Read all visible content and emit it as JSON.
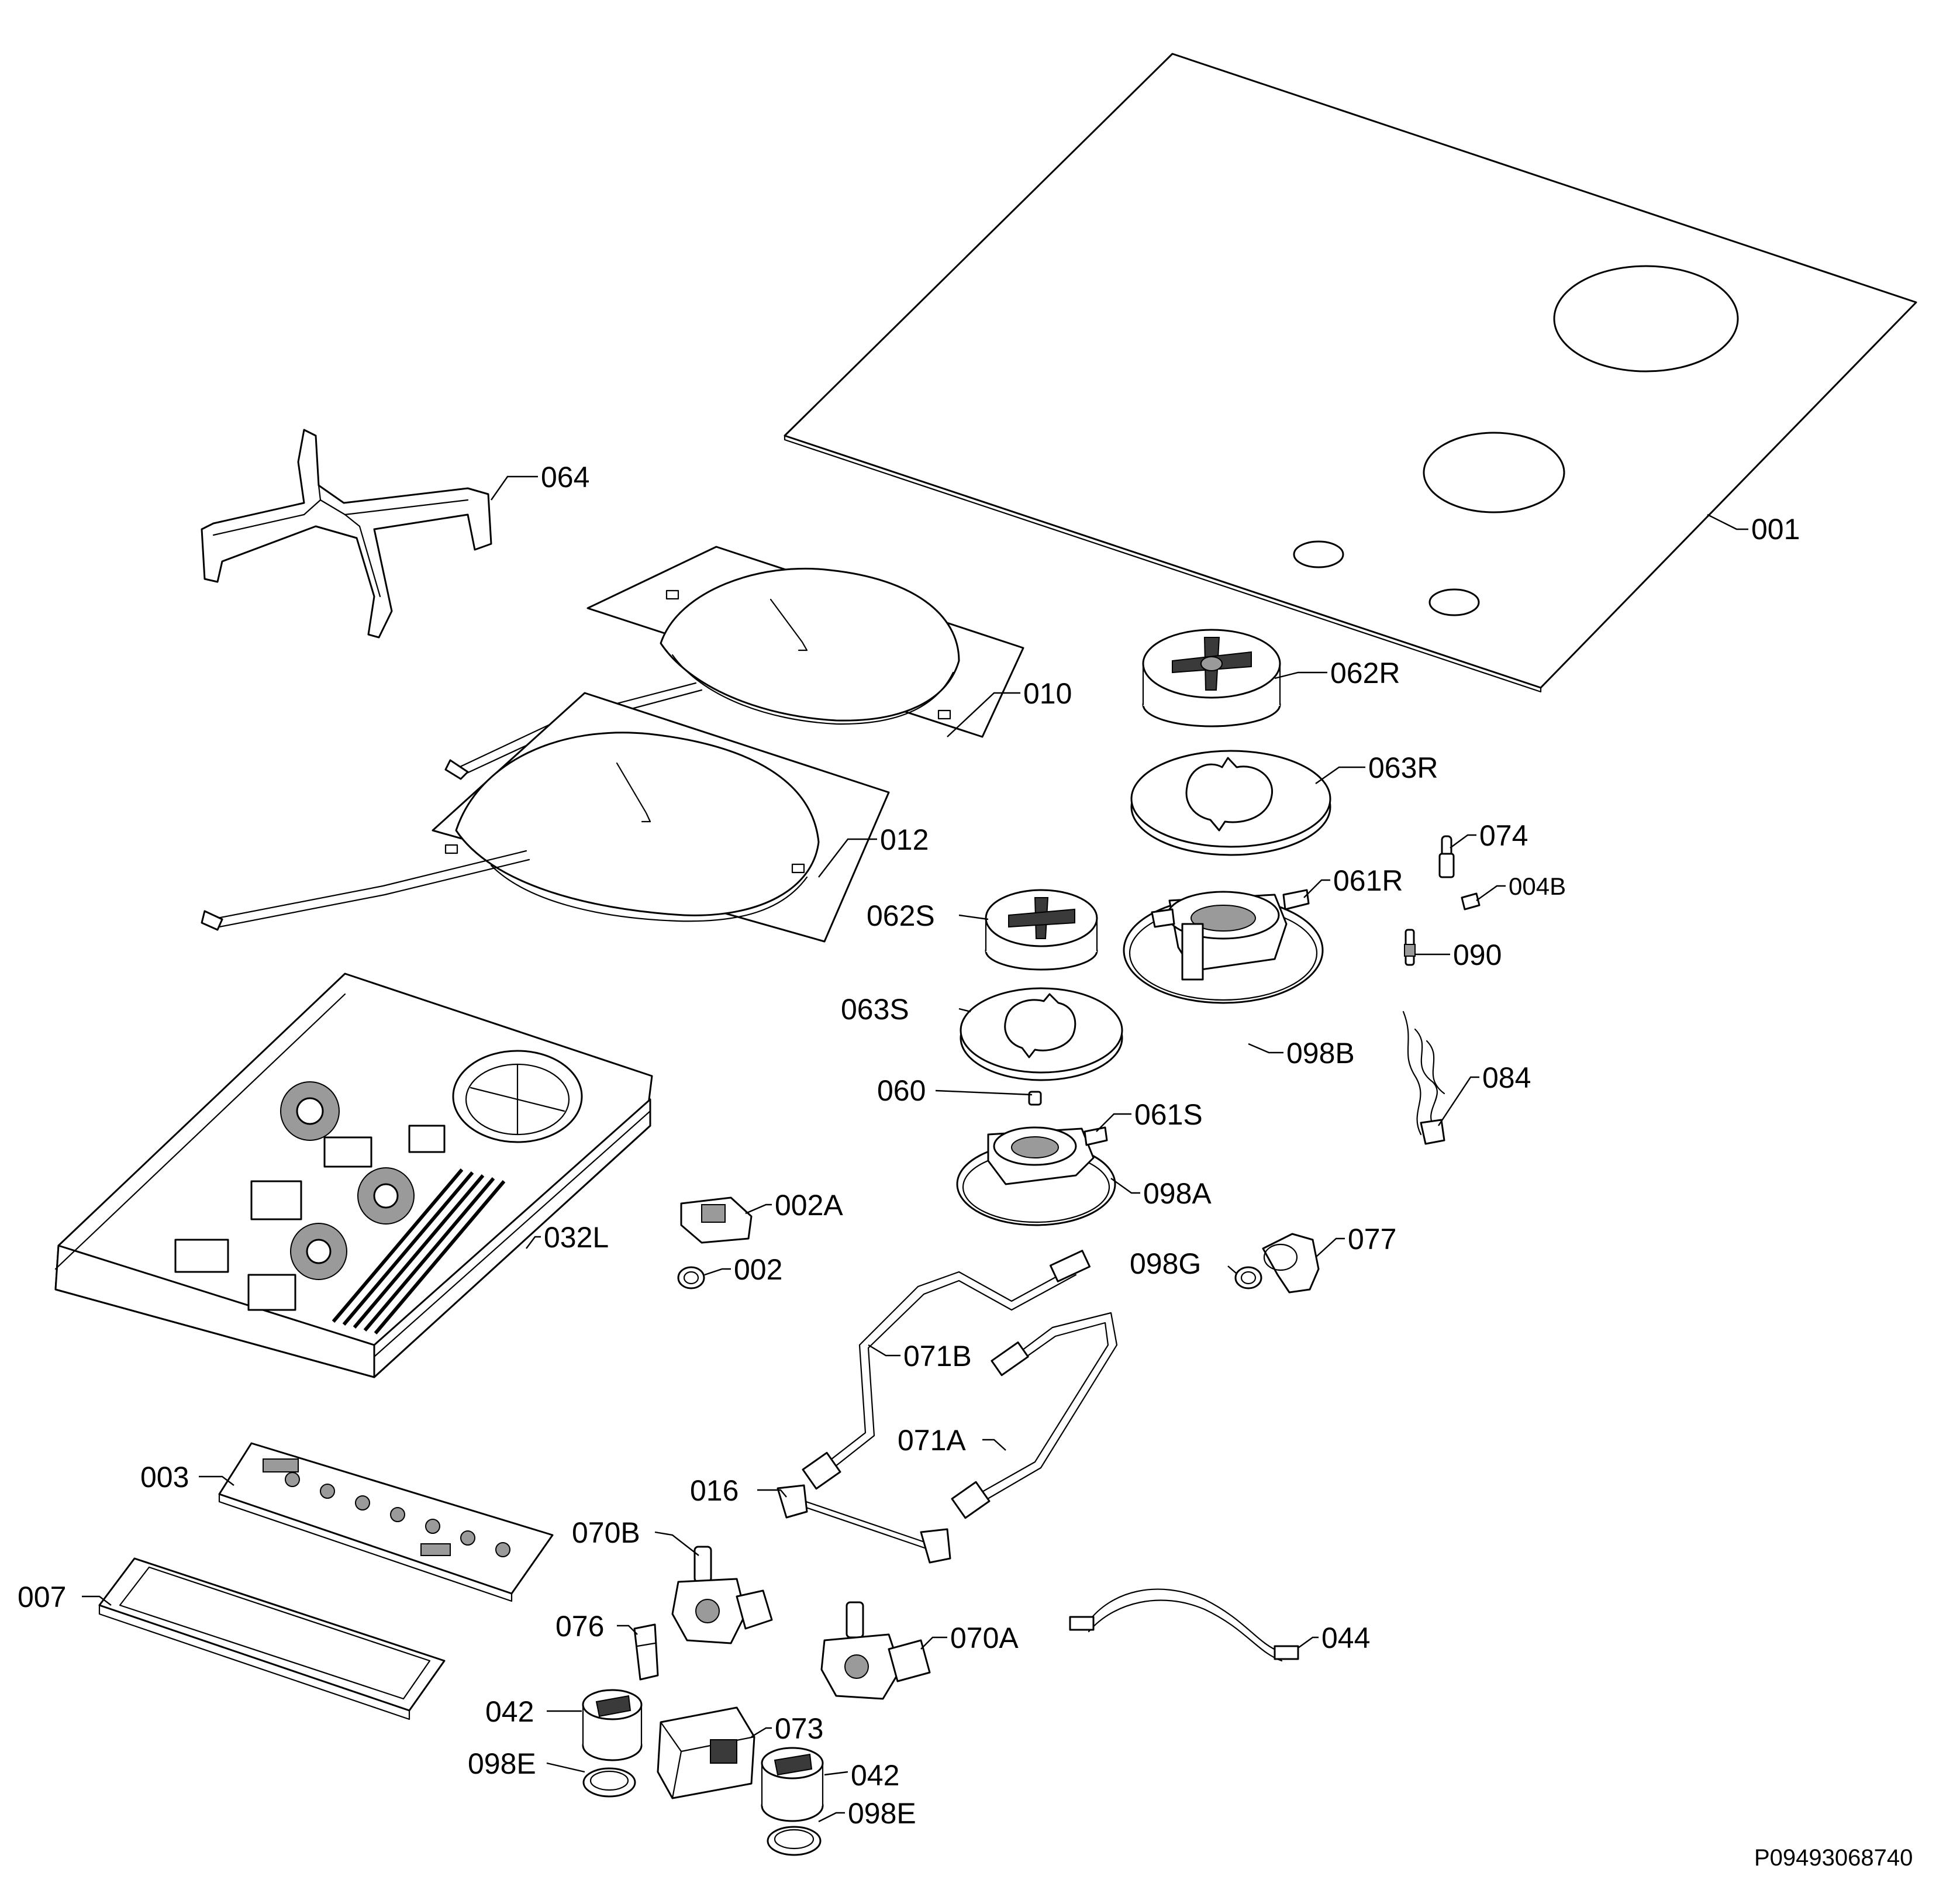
{
  "diagram": {
    "callouts": {
      "c001": "001",
      "c064": "064",
      "c010": "010",
      "c012": "012",
      "c062R": "062R",
      "c063R": "063R",
      "c074": "074",
      "c004B": "004B",
      "c061R": "061R",
      "c090": "090",
      "c062S": "062S",
      "c063S": "063S",
      "c098B": "098B",
      "c084": "084",
      "c060": "060",
      "c061S": "061S",
      "c098A": "098A",
      "c002A": "002A",
      "c002": "002",
      "c032L": "032L",
      "c098G": "098G",
      "c077": "077",
      "c071B": "071B",
      "c071A": "071A",
      "c003": "003",
      "c016": "016",
      "c070B": "070B",
      "c007": "007",
      "c076": "076",
      "c070A": "070A",
      "c044": "044",
      "c042a": "042",
      "c073": "073",
      "c098Ea": "098E",
      "c042b": "042",
      "c098Eb": "098E"
    },
    "document_number": "P09493068740"
  }
}
